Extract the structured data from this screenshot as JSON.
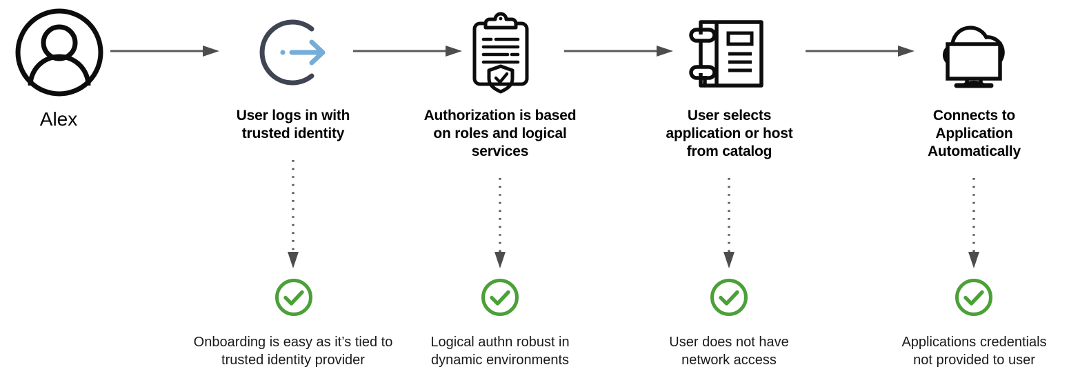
{
  "diagram": {
    "type": "flow",
    "title": "",
    "colors": {
      "arrow_gray": "#595959",
      "icon_black": "#0d0d0d",
      "login_arc": "#404554",
      "login_arrow_blue": "#74add8",
      "check_green": "#4ba038",
      "dotted_gray": "#595959",
      "text_black": "#000000",
      "background": "#ffffff"
    },
    "persona": {
      "icon": "user-avatar-icon",
      "label": "Alex"
    },
    "steps": [
      {
        "id": "step-1",
        "icon": "login-arrow-icon",
        "heading": "User logs in with trusted identity",
        "heading_lines": [
          "User logs in with",
          "trusted identity"
        ],
        "benefit_icon": "check-circle-icon",
        "benefit": "Onboarding is easy as it’s tied to trusted identity provider",
        "benefit_lines": [
          "Onboarding is easy as it’s tied to",
          "trusted identity provider"
        ]
      },
      {
        "id": "step-2",
        "icon": "clipboard-shield-check-icon",
        "heading": "Authorization is based on roles and logical services",
        "heading_lines": [
          "Authorization is based",
          "on roles and logical",
          "services"
        ],
        "benefit_icon": "check-circle-icon",
        "benefit": "Logical authn robust in dynamic environments",
        "benefit_lines": [
          "Logical authn robust in",
          "dynamic environments"
        ]
      },
      {
        "id": "step-3",
        "icon": "catalog-notebook-icon",
        "heading": "User selects application or host from catalog",
        "heading_lines": [
          "User selects",
          "application or host",
          "from catalog"
        ],
        "benefit_icon": "check-circle-icon",
        "benefit": "User does not have network access",
        "benefit_lines": [
          "User does not have",
          "network access"
        ]
      },
      {
        "id": "step-4",
        "icon": "cloud-monitor-icon",
        "heading": "Connects to Application Automatically",
        "heading_lines": [
          "Connects to",
          "Application",
          "Automatically"
        ],
        "benefit_icon": "check-circle-icon",
        "benefit": "Applications credentials not provided to user",
        "benefit_lines": [
          "Applications credentials",
          "not provided to user"
        ]
      }
    ],
    "connectors": {
      "horizontal_count": 4,
      "vertical_dotted_count": 4,
      "horizontal_style": "solid-line-with-triangle-arrowhead",
      "vertical_style": "dotted-line-with-triangle-arrowhead"
    }
  }
}
